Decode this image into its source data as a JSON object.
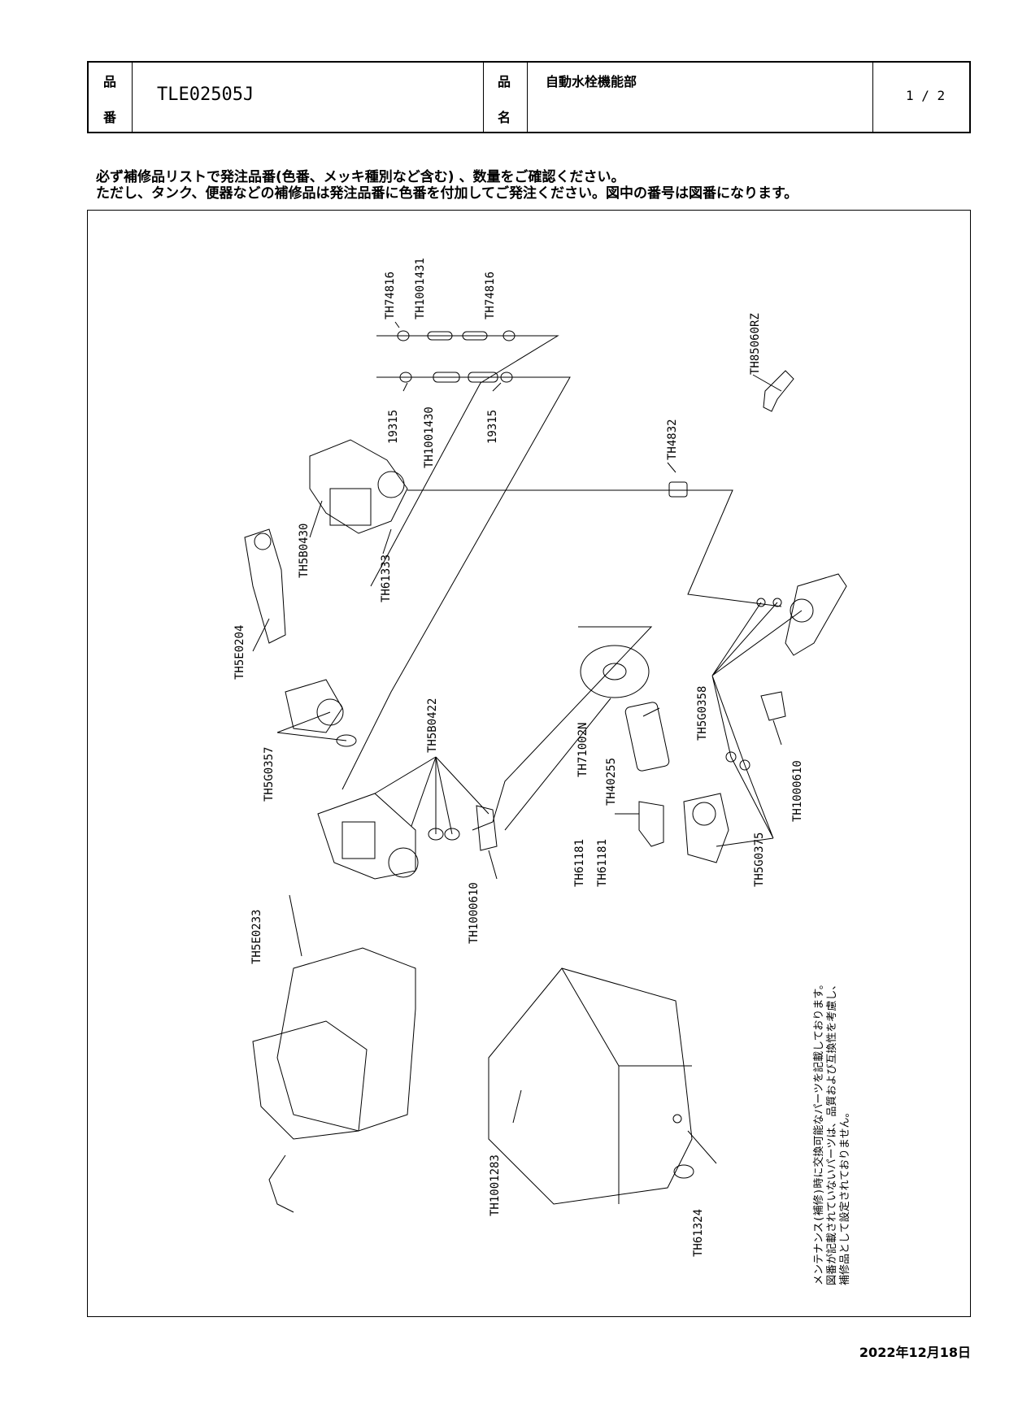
{
  "header": {
    "part_no_label_1": "品",
    "part_no_label_2": "番",
    "part_no": "TLE02505J",
    "name_label_1": "品",
    "name_label_2": "名",
    "name": "自動水栓機能部",
    "page": "1 / 2"
  },
  "notes": {
    "line1": "必ず補修品リストで発注品番(色番、メッキ種別など含む) 、数量をご確認ください。",
    "line2": "ただし、タンク、便器などの補修品は発注品番に色番を付加してご発注ください。図中の番号は図番になります。"
  },
  "parts": [
    {
      "code": "TH74816"
    },
    {
      "code": "TH1001431"
    },
    {
      "code": "TH74816"
    },
    {
      "code": "TH85060RZ"
    },
    {
      "code": "19315"
    },
    {
      "code": "TH1001430"
    },
    {
      "code": "19315"
    },
    {
      "code": "TH4832"
    },
    {
      "code": "TH5B0430"
    },
    {
      "code": "TH61333"
    },
    {
      "code": "TH5E0204"
    },
    {
      "code": "TH5G0358"
    },
    {
      "code": "TH71002N"
    },
    {
      "code": "TH5G0357"
    },
    {
      "code": "TH5B0422"
    },
    {
      "code": "TH40255"
    },
    {
      "code": "TH1000610"
    },
    {
      "code": "TH61181"
    },
    {
      "code": "TH61181"
    },
    {
      "code": "TH5G0375"
    },
    {
      "code": "TH1000610"
    },
    {
      "code": "TH5E0233"
    },
    {
      "code": "TH1001283"
    },
    {
      "code": "TH61324"
    }
  ],
  "maintenance_note": {
    "line1": "メンテナンス(補修)時に交換可能なパーツを記載しております。",
    "line2": "図番が記載されていないパーツは、品質および互換性を考慮し、",
    "line3": "補修品として設定されておりません。"
  },
  "date": "2022年12月18日"
}
